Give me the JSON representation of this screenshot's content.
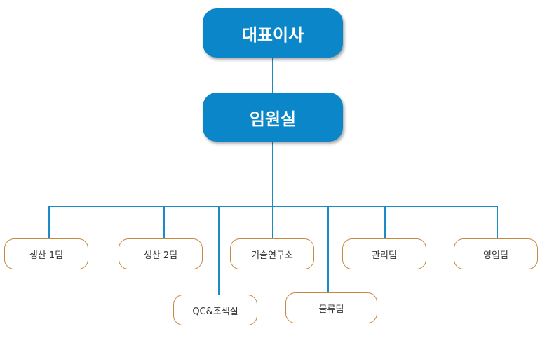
{
  "chart": {
    "ceo": "대표이사",
    "executive": "임원실",
    "teams": [
      "생산 1팀",
      "생산 2팀",
      "QC&조색실",
      "기술연구소",
      "물류팀",
      "관리팀",
      "영업팀"
    ]
  },
  "colors": {
    "primary_box": "#0a86c9",
    "connector_line": "#1a8bc7",
    "team_border": "#c8893e"
  }
}
